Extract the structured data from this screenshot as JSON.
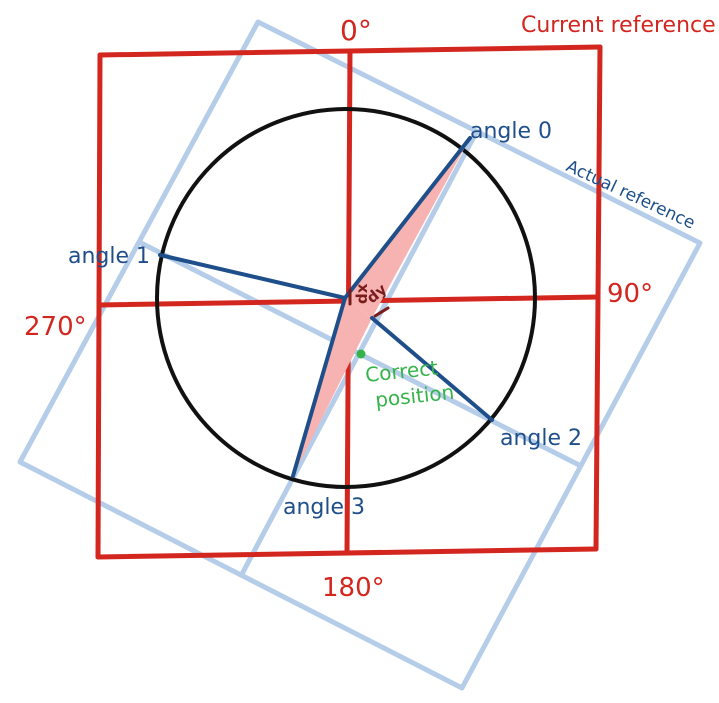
{
  "labels": {
    "current_reference": "Current reference",
    "actual_reference": "Actual reference",
    "deg0": "0°",
    "deg90": "90°",
    "deg180": "180°",
    "deg270": "270°",
    "angle0": "angle 0",
    "angle1": "angle 1",
    "angle2": "angle 2",
    "angle3": "angle 3",
    "dx": "dx",
    "dy": "dy",
    "correct_position_1": "Correct",
    "correct_position_2": "position"
  },
  "colors": {
    "current_frame": "#d3261f",
    "actual_frame": "#b5cde8",
    "circle": "#111111",
    "rays": "#1f4f8a",
    "shaded": "#f6b3b1",
    "correct_point": "#36b34a"
  }
}
